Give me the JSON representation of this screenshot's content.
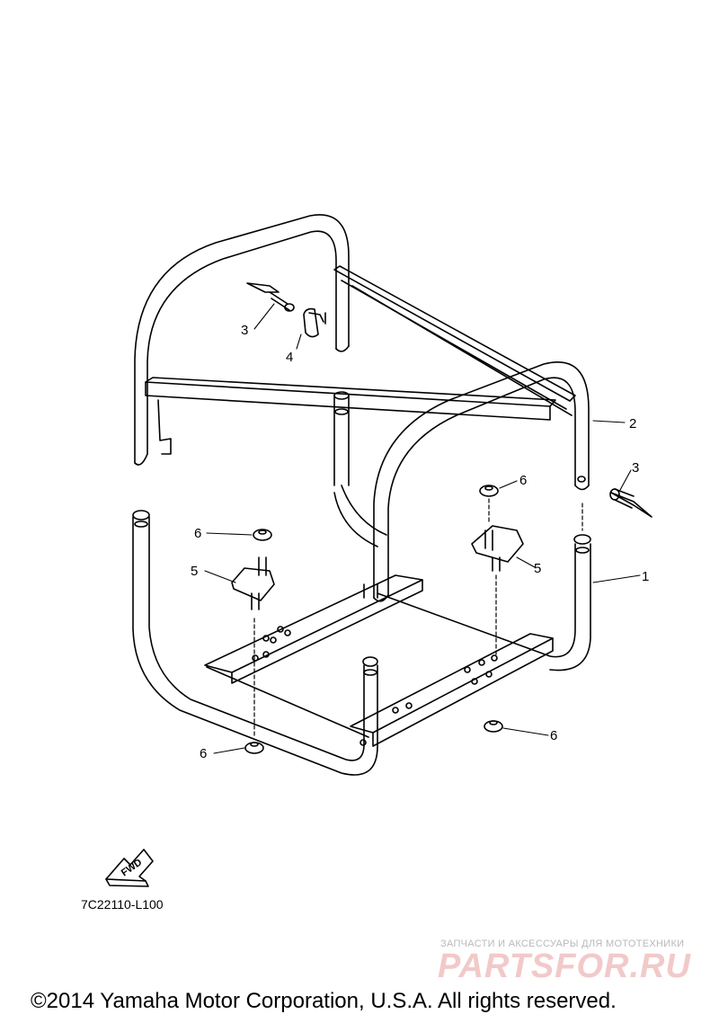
{
  "diagram": {
    "callouts": [
      {
        "id": "callout-3-left",
        "text": "3"
      },
      {
        "id": "callout-4",
        "text": "4"
      },
      {
        "id": "callout-2",
        "text": "2"
      },
      {
        "id": "callout-3-right",
        "text": "3"
      },
      {
        "id": "callout-6-top-right",
        "text": "6"
      },
      {
        "id": "callout-5-right",
        "text": "5"
      },
      {
        "id": "callout-1",
        "text": "1"
      },
      {
        "id": "callout-6-top-left",
        "text": "6"
      },
      {
        "id": "callout-5-left",
        "text": "5"
      },
      {
        "id": "callout-6-bottom-right",
        "text": "6"
      },
      {
        "id": "callout-6-bottom-left",
        "text": "6"
      }
    ],
    "fwd_label": "FWD",
    "part_code": "7C22110-L100"
  },
  "watermark": {
    "tagline": "ЗАПЧАСТИ И АКСЕССУАРЫ ДЛЯ МОТОТЕХНИКИ",
    "logo_text": "PARTSFOR.RU"
  },
  "footer": {
    "copyright": "©2014 Yamaha Motor Corporation, U.S.A. All rights reserved."
  }
}
